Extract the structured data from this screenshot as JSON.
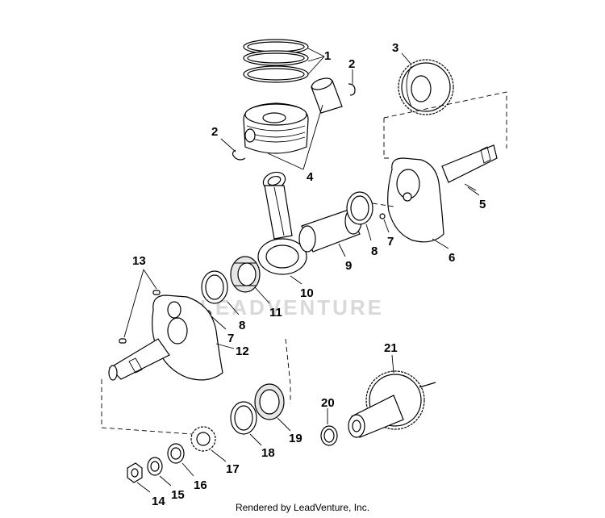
{
  "callouts": [
    "1",
    "2",
    "2",
    "3",
    "4",
    "5",
    "6",
    "7",
    "7",
    "8",
    "8",
    "9",
    "10",
    "11",
    "12",
    "13",
    "14",
    "15",
    "16",
    "17",
    "18",
    "19",
    "20",
    "21"
  ],
  "watermark": "LEADVENTURE",
  "footer": "Rendered by LeadVenture, Inc."
}
